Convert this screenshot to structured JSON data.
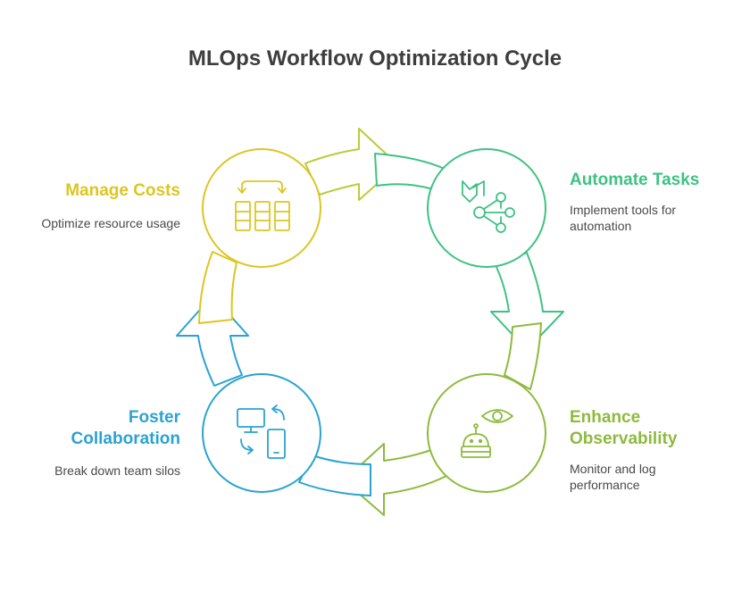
{
  "title": "MLOps Workflow Optimization Cycle",
  "steps": [
    {
      "title": "Manage Costs",
      "description": "Optimize resource usage",
      "color": "#dcc623",
      "icon": "table-refresh-icon"
    },
    {
      "title": "Automate Tasks",
      "description": "Implement tools for automation",
      "color": "#3ec283",
      "icon": "network-automation-icon"
    },
    {
      "title": "Enhance Observability",
      "description": "Monitor and log performance",
      "color": "#8dbb3d",
      "icon": "robot-eye-icon"
    },
    {
      "title": "Foster Collaboration",
      "description": "Break down team silos",
      "color": "#2aa3d3",
      "icon": "devices-sync-icon"
    }
  ]
}
